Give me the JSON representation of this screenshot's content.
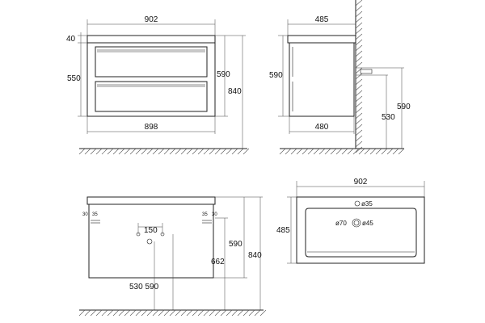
{
  "front": {
    "width_top": "902",
    "top_thickness": "40",
    "body_height": "550",
    "height_590": "590",
    "height_840": "840",
    "width_bottom": "898"
  },
  "side": {
    "depth_top": "485",
    "height_590": "590",
    "depth_bottom": "480",
    "wall_590": "590",
    "wall_530": "530"
  },
  "back": {
    "left_30": "30",
    "left_35": "35",
    "right_35": "35",
    "right_30": "30",
    "spacing_150": "150",
    "height_590": "590",
    "height_840": "840",
    "height_662": "662",
    "height_530_590": "530 590"
  },
  "top": {
    "width": "902",
    "depth": "485",
    "hole_35": "ø35",
    "drain_70": "ø70",
    "drain_45": "ø45"
  }
}
